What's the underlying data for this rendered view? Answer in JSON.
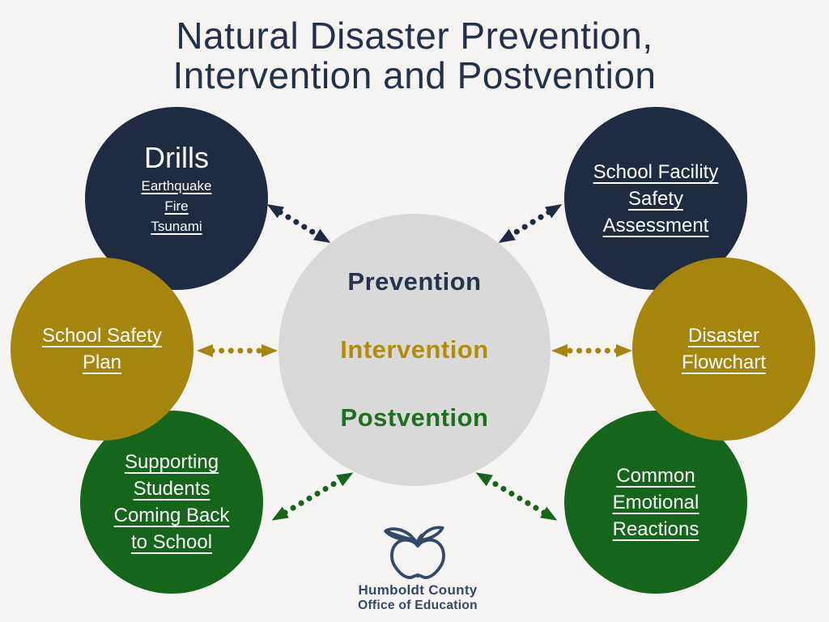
{
  "title": {
    "line1": "Natural Disaster Prevention,",
    "line2": "Intervention and Postvention"
  },
  "center_circle": {
    "items": [
      {
        "label": "Prevention"
      },
      {
        "label": "Intervention"
      },
      {
        "label": "Postvention"
      }
    ]
  },
  "bubbles": {
    "drills": {
      "title": "Drills",
      "items": [
        "Earthquake",
        "Fire",
        "Tsunami"
      ]
    },
    "school_facility": {
      "lines": [
        "School Facility",
        "Safety",
        "Assessment"
      ]
    },
    "school_safety_plan": {
      "lines": [
        "School Safety",
        "Plan"
      ]
    },
    "disaster_flowchart": {
      "lines": [
        "Disaster",
        "Flowchart"
      ]
    },
    "supporting_students": {
      "lines": [
        "Supporting",
        "Students",
        "Coming Back",
        "to School"
      ]
    },
    "common_emotional": {
      "lines": [
        "Common",
        "Emotional",
        "Reactions"
      ]
    }
  },
  "logo": {
    "line1": "Humboldt County",
    "line2": "Office of Education"
  },
  "colors": {
    "background": "#f5f4f2",
    "navy": "#1e2b41",
    "gold": "#a6850d",
    "green": "#15651a",
    "center-gray": "#d9d9d9",
    "title-navy": "#233249",
    "prevention-navy": "#26334d",
    "intervention-gold": "#b28d0a",
    "postvention-green": "#1e701e",
    "logo-navy": "#33496b",
    "bubble-text": "#ffffff"
  }
}
